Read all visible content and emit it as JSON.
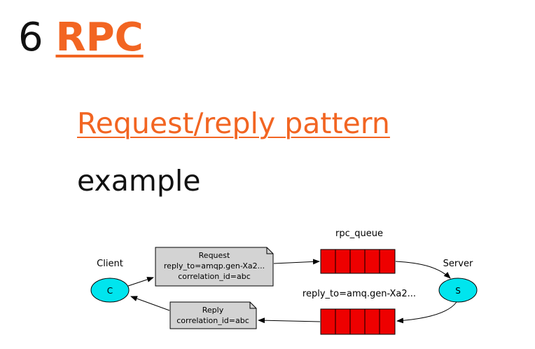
{
  "slide": {
    "number": "6",
    "title": "RPC",
    "subtitle_link": "Request/reply pattern",
    "body_text": "example"
  },
  "diagram": {
    "client": {
      "label": "Client",
      "node": "C"
    },
    "server": {
      "label": "Server",
      "node": "S"
    },
    "request_note": {
      "line1": "Request",
      "line2": "reply_to=amqp.gen-Xa2...",
      "line3": "correlation_id=abc"
    },
    "reply_note": {
      "line1": "Reply",
      "line2": "correlation_id=abc"
    },
    "rpc_queue_label": "rpc_queue",
    "reply_queue_label": "reply_to=amq.gen-Xa2...",
    "colors": {
      "accent": "#f26522",
      "node_fill": "#00e5ee",
      "queue_fill": "#ee0000",
      "note_fill": "#d3d3d3"
    }
  }
}
